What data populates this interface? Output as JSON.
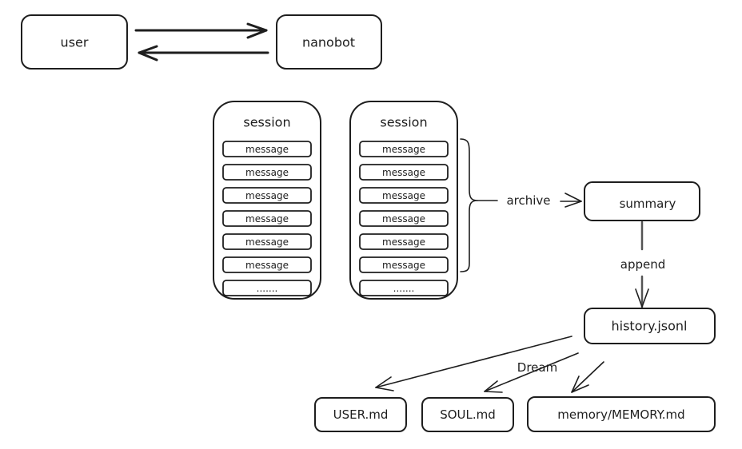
{
  "nodes": {
    "user": "user",
    "nanobot": "nanobot",
    "summary": "summary",
    "history": "history.jsonl",
    "user_md": "USER.md",
    "soul_md": "SOUL.md",
    "memory_md": "memory/MEMORY.md"
  },
  "sessions": [
    {
      "title": "session",
      "messages": [
        "message",
        "message",
        "message",
        "message",
        "message",
        "message"
      ],
      "more": "......."
    },
    {
      "title": "session",
      "messages": [
        "message",
        "message",
        "message",
        "message",
        "message",
        "message"
      ],
      "more": "......."
    }
  ],
  "edges": {
    "archive": "archive",
    "append": "append",
    "dream": "Dream"
  },
  "colors": {
    "stroke": "#1e1e1e",
    "background": "#ffffff"
  }
}
